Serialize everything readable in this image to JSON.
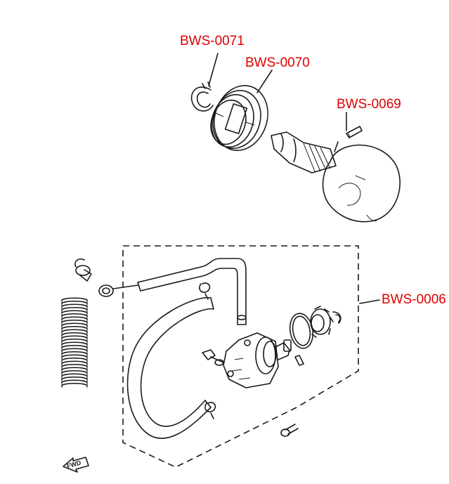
{
  "colors": {
    "label": "#e00000",
    "line": "#1a1a1a",
    "background": "#ffffff"
  },
  "labels": {
    "bws_0071": "BWS-0071",
    "bws_0070": "BWS-0070",
    "bws_0069": "BWS-0069",
    "bws_0006": "BWS-0006"
  },
  "fwd_marker": "FWD"
}
